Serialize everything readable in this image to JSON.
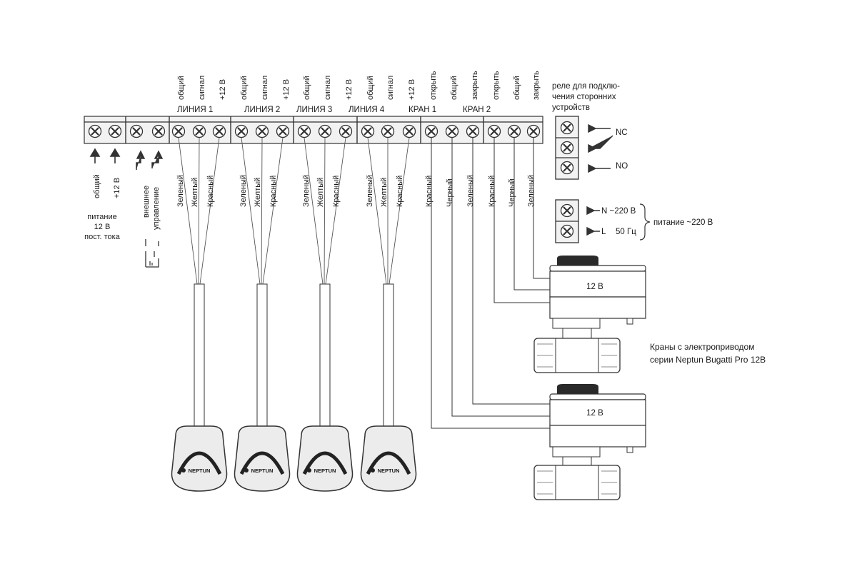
{
  "terminal_labels": [
    "общий",
    "сигнал",
    "+12 В",
    "общий",
    "сигнал",
    "+12 В",
    "общий",
    "сигнал",
    "+12 В",
    "общий",
    "сигнал",
    "+12 В",
    "открыть",
    "общий",
    "закрыть",
    "открыть",
    "общий",
    "закрыть"
  ],
  "group_labels": [
    "ЛИНИЯ 1",
    "ЛИНИЯ 2",
    "ЛИНИЯ 3",
    "ЛИНИЯ 4",
    "КРАН 1",
    "КРАН 2"
  ],
  "sensor_wire_labels": [
    "Зеленый",
    "Желтый",
    "Красный"
  ],
  "valve_wire_labels": [
    "Красный",
    "Черный",
    "Зеленый",
    "Красный",
    "Черный",
    "Зеленый"
  ],
  "power_12v": {
    "terminal_labels": [
      "общий",
      "+12 В"
    ],
    "caption": [
      "питание",
      "12 В",
      "пост. тока"
    ]
  },
  "external_control": {
    "labels": [
      "внешнее",
      "управление"
    ]
  },
  "relay": {
    "caption": [
      "реле для подклю-",
      "чения сторонних",
      "устройств"
    ],
    "nc": "NC",
    "no": "NO"
  },
  "mains": {
    "n_label": "N ~220 В",
    "l_label": "L",
    "freq": "50 Гц",
    "caption": "питание ~220 В"
  },
  "sensors": {
    "brand": "NEPTUN"
  },
  "valves": {
    "voltage": "12 В",
    "caption": [
      "Краны с электроприводом",
      "серии Neptun Bugatti Pro 12В"
    ]
  },
  "colors": {
    "line": "#333333",
    "terminal_fill": "#f2f2f2",
    "sensor_fill": "#ececec",
    "background": "#ffffff"
  }
}
